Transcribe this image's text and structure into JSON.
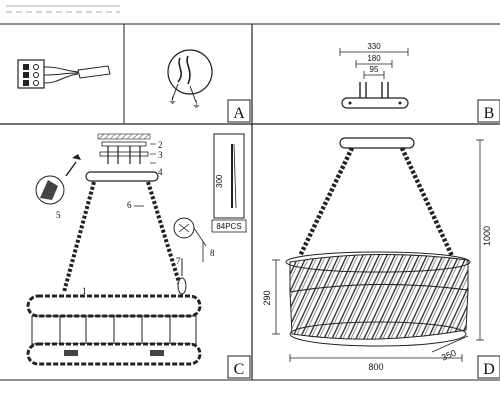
{
  "panels": {
    "A": {
      "letter": "A"
    },
    "B": {
      "letter": "B",
      "dims": {
        "width_total": "330",
        "mount_span": "180",
        "inner_span": "95"
      }
    },
    "C": {
      "letter": "C",
      "parts": [
        "1",
        "2",
        "3",
        "4",
        "5",
        "6",
        "7",
        "8"
      ],
      "inset": {
        "length": "300",
        "count": "84PCS"
      }
    },
    "D": {
      "letter": "D",
      "dims": {
        "height_total": "1000",
        "body_height": "290",
        "width": "800",
        "depth": "350"
      }
    }
  }
}
